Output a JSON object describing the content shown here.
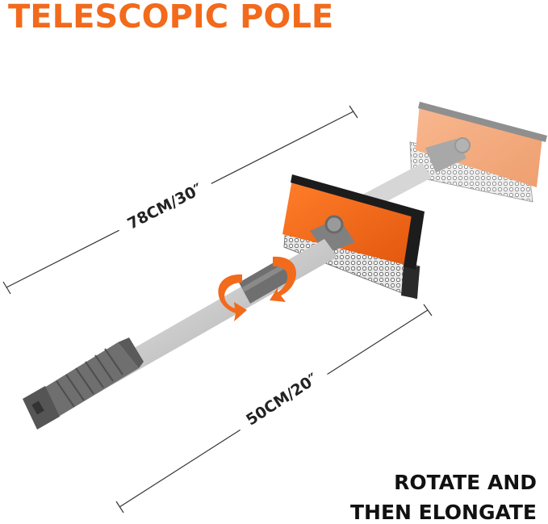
{
  "title": "TELESCOPIC POLE",
  "colors": {
    "accent": "#f26a1b",
    "text": "#111111",
    "pole": "#d6d6d6",
    "grip": "#6f6f6f",
    "blade": "#1c1c1c"
  },
  "dimensions": {
    "long": "78CM/30″",
    "short": "50CM/20″"
  },
  "caption": {
    "line1": "ROTATE AND",
    "line2": "THEN ELONGATE"
  },
  "icons": [
    "rotate-arrow-icon"
  ]
}
